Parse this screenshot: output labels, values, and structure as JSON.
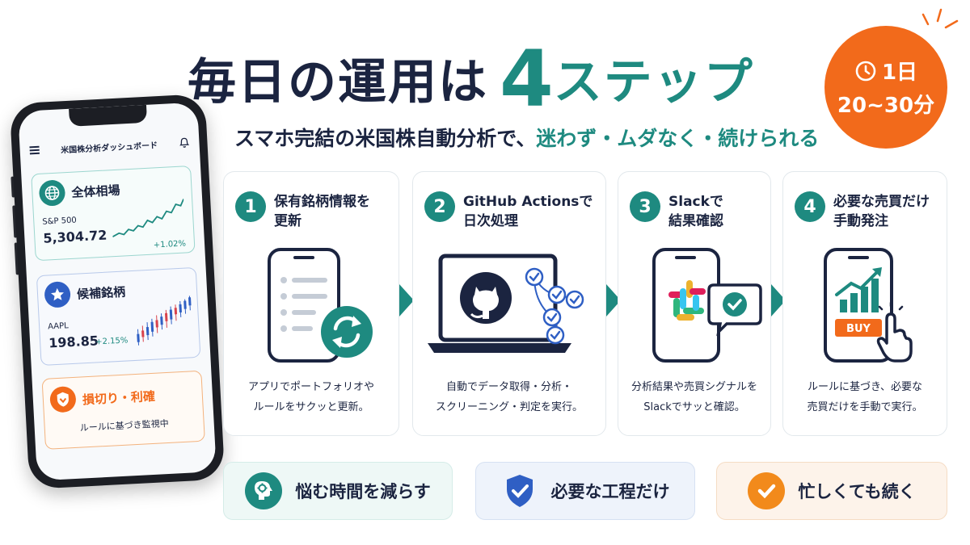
{
  "title": {
    "part1": "毎日の運用は",
    "number": "4",
    "part2": "ステップ"
  },
  "badge": {
    "line1": "1日",
    "line2": "20~30分",
    "icon": "clock-icon"
  },
  "subtitle": {
    "lead": "スマホ完結の米国株自動分析で、",
    "highlight": "迷わず・ムダなく・続けられる"
  },
  "phone": {
    "app_title": "米国株分析ダッシュボード",
    "cards": [
      {
        "heading": "全体相場",
        "icon": "globe-icon",
        "label": "S&P 500",
        "value": "5,304.72",
        "change": "+1.02%"
      },
      {
        "heading": "候補銘柄",
        "icon": "star-icon",
        "label": "AAPL",
        "value": "198.85",
        "change": "+2.15%"
      },
      {
        "heading": "損切り・利確",
        "icon": "shield-icon",
        "note": "ルールに基づき監視中"
      }
    ]
  },
  "steps": [
    {
      "number": "1",
      "title": "保有銘柄情報を\n更新",
      "description": "アプリでポートフォリオや\nルールをサクッと更新。",
      "icon": "phone-list-sync-icon"
    },
    {
      "number": "2",
      "title": "GitHub Actionsで\n日次処理",
      "description": "自動でデータ取得・分析・\nスクリーニング・判定を実行。",
      "icon": "laptop-github-icon"
    },
    {
      "number": "3",
      "title": "Slackで\n結果確認",
      "description": "分析結果や売買シグナルを\nSlackでサッと確認。",
      "icon": "phone-slack-icon"
    },
    {
      "number": "4",
      "title": "必要な売買だけ\n手動発注",
      "description": "ルールに基づき、必要な\n売買だけを手動で実行。",
      "icon": "phone-buy-icon",
      "button_label": "BUY"
    }
  ],
  "benefits": [
    {
      "label": "悩む時間を減らす",
      "icon": "head-gear-icon"
    },
    {
      "label": "必要な工程だけ",
      "icon": "shield-check-icon"
    },
    {
      "label": "忙しくても続く",
      "icon": "check-circle-icon"
    }
  ],
  "colors": {
    "teal": "#1e8a80",
    "navy": "#1b2440",
    "orange": "#f26a1b",
    "blue": "#2f5fc4"
  }
}
